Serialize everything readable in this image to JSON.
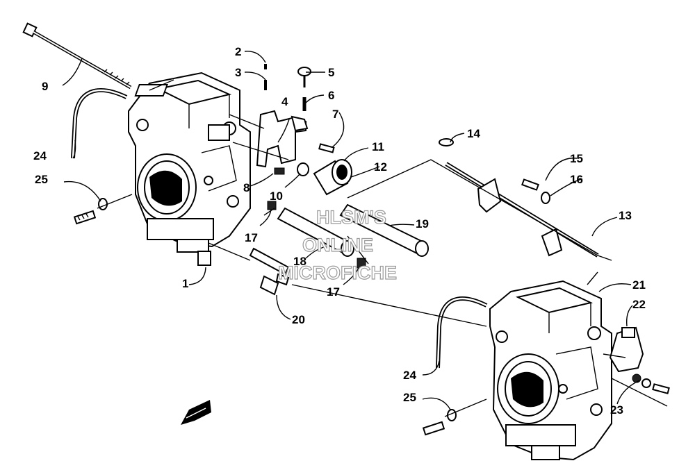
{
  "callouts": [
    {
      "id": "c1",
      "label": "1"
    },
    {
      "id": "c2",
      "label": "2"
    },
    {
      "id": "c3",
      "label": "3"
    },
    {
      "id": "c4",
      "label": "4"
    },
    {
      "id": "c5",
      "label": "5"
    },
    {
      "id": "c6",
      "label": "6"
    },
    {
      "id": "c7",
      "label": "7"
    },
    {
      "id": "c8",
      "label": "8"
    },
    {
      "id": "c9",
      "label": "9"
    },
    {
      "id": "c10",
      "label": "10"
    },
    {
      "id": "c11",
      "label": "11"
    },
    {
      "id": "c12",
      "label": "12"
    },
    {
      "id": "c13",
      "label": "13"
    },
    {
      "id": "c14",
      "label": "14"
    },
    {
      "id": "c15",
      "label": "15"
    },
    {
      "id": "c16",
      "label": "16"
    },
    {
      "id": "c17a",
      "label": "17"
    },
    {
      "id": "c17b",
      "label": "17"
    },
    {
      "id": "c18",
      "label": "18"
    },
    {
      "id": "c19",
      "label": "19"
    },
    {
      "id": "c20",
      "label": "20"
    },
    {
      "id": "c21",
      "label": "21"
    },
    {
      "id": "c22",
      "label": "22"
    },
    {
      "id": "c23",
      "label": "23"
    },
    {
      "id": "c24a",
      "label": "24"
    },
    {
      "id": "c24b",
      "label": "24"
    },
    {
      "id": "c25a",
      "label": "25"
    },
    {
      "id": "c25b",
      "label": "25"
    }
  ],
  "watermark": {
    "line1": "HLSM'S",
    "line2": "ONLINE",
    "line3": "MICROFICHE"
  },
  "colors": {
    "ink": "#000000",
    "background": "#ffffff",
    "watermark": "#9a9a9a"
  }
}
